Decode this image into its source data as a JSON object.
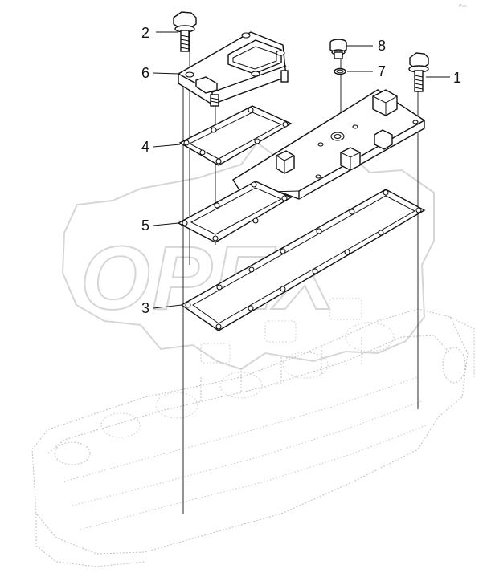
{
  "corner_mark": "₂ᴾ₀₀₀₀",
  "watermark": {
    "text": "OPEX",
    "color": "#d4d4d4"
  },
  "callouts": [
    {
      "id": "c1",
      "label": "1"
    },
    {
      "id": "c2",
      "label": "2"
    },
    {
      "id": "c3",
      "label": "3"
    },
    {
      "id": "c4",
      "label": "4"
    },
    {
      "id": "c5",
      "label": "5"
    },
    {
      "id": "c6",
      "label": "6"
    },
    {
      "id": "c7",
      "label": "7"
    },
    {
      "id": "c8",
      "label": "8"
    }
  ],
  "colors": {
    "line": "#111111",
    "engine_sketch": "#bfbfbf",
    "background": "#ffffff"
  }
}
